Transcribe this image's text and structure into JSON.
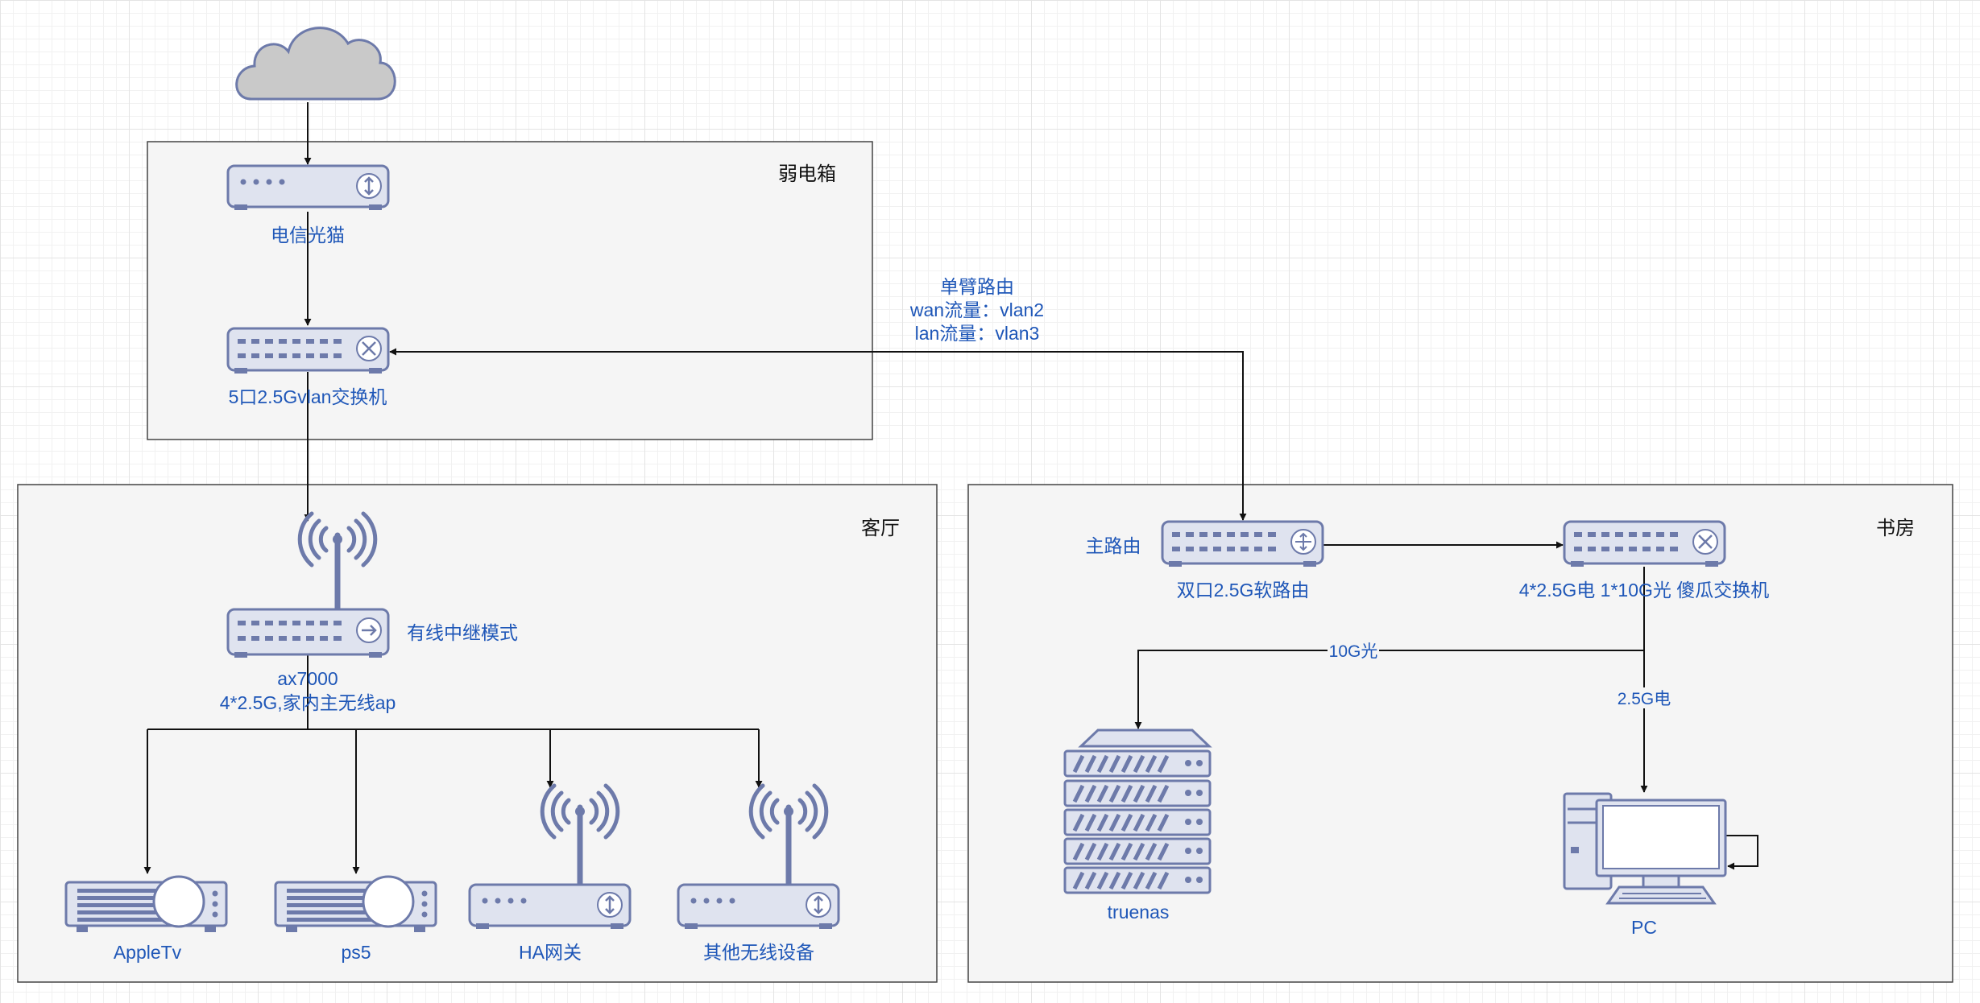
{
  "groups": {
    "weak_box": "弱电箱",
    "living_room": "客厅",
    "study": "书房"
  },
  "nodes": {
    "modem": "电信光猫",
    "vlan_switch": "5口2.5Gvlan交换机",
    "ax7000_line1": "ax7000",
    "ax7000_line2": "4*2.5G,家内主无线ap",
    "ax7000_mode": "有线中继模式",
    "main_router_tag": "主路由",
    "soft_router": "双口2.5G软路由",
    "dumb_switch": "4*2.5G电 1*10G光 傻瓜交换机",
    "truenas": "truenas",
    "pc": "PC",
    "appletv": "AppleTv",
    "ps5": "ps5",
    "ha_gateway": "HA网关",
    "other_wireless": "其他无线设备"
  },
  "edges": {
    "trunk_line1": "单臂路由",
    "trunk_line2": "wan流量：vlan2",
    "trunk_line3": "lan流量：vlan3",
    "fiber_10g": "10G光",
    "copper_25g": "2.5G电"
  },
  "colors": {
    "device_fill": "#dfe3ef",
    "device_stroke": "#6d7aaa",
    "label_blue": "#1f57b8",
    "cloud_fill": "#c9c9c9",
    "group_fill": "#f5f5f5"
  },
  "icons": [
    "cloud-icon",
    "modem-icon",
    "switch-icon",
    "router-icon",
    "wifi-antenna-icon",
    "projector-icon",
    "server-icon",
    "desktop-pc-icon"
  ]
}
